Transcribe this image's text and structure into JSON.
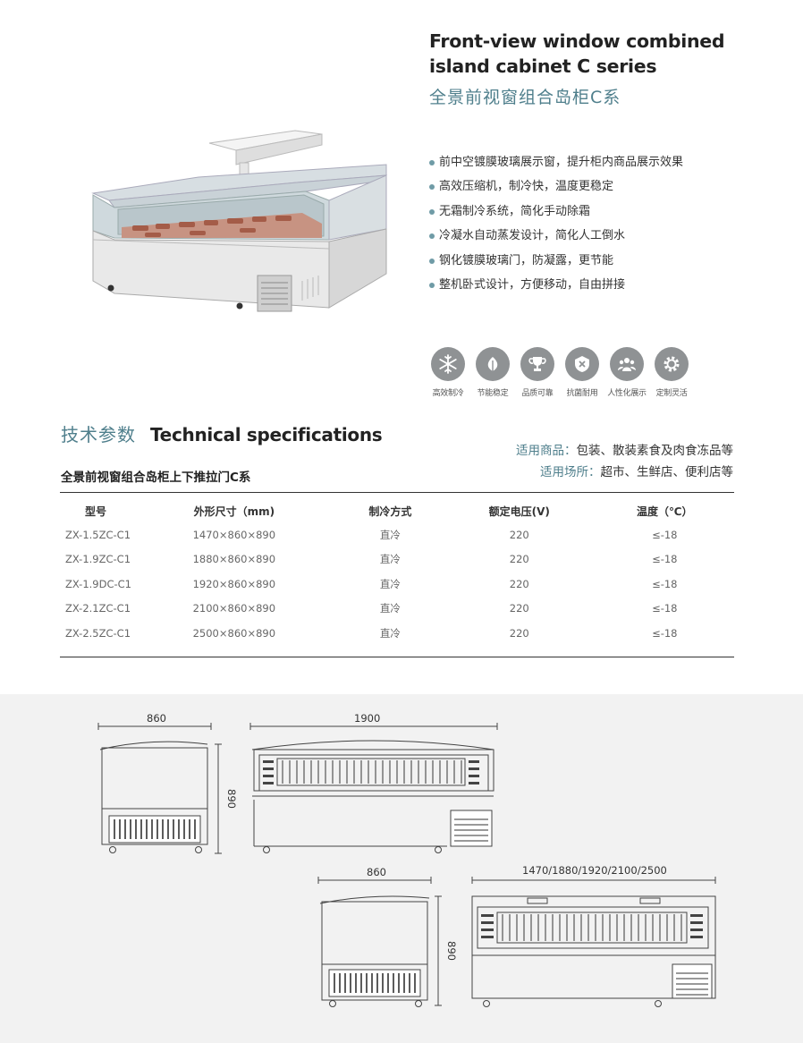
{
  "header": {
    "title_en": "Front-view window combined island cabinet C series",
    "title_cn": "全景前视窗组合岛柜C系"
  },
  "features": [
    "前中空镀膜玻璃展示窗，提升柜内商品展示效果",
    "高效压缩机，制冷快，温度更稳定",
    "无霜制冷系统，简化手动除霜",
    "冷凝水自动蒸发设计，简化人工倒水",
    "钢化镀膜玻璃门，防凝露，更节能",
    "整机卧式设计，方便移动，自由拼接"
  ],
  "badges": [
    {
      "icon": "snowflake-icon",
      "label": "高效制冷"
    },
    {
      "icon": "leaf-icon",
      "label": "节能稳定"
    },
    {
      "icon": "trophy-icon",
      "label": "品质可靠"
    },
    {
      "icon": "shield-cross-icon",
      "label": "抗菌耐用"
    },
    {
      "icon": "people-icon",
      "label": "人性化展示"
    },
    {
      "icon": "gear-icon",
      "label": "定制灵活"
    }
  ],
  "specs": {
    "heading_cn": "技术参数",
    "heading_en": "Technical specifications",
    "usage_goods_key": "适用商品：",
    "usage_goods_value": "包装、散装素食及肉食冻品等",
    "usage_place_key": "适用场所：",
    "usage_place_value": "超市、生鲜店、便利店等",
    "table_title": "全景前视窗组合岛柜上下推拉门C系",
    "columns": [
      "型号",
      "外形尺寸（mm)",
      "制冷方式",
      "额定电压(V)",
      "温度（℃）"
    ],
    "rows": [
      [
        "ZX-1.5ZC-C1",
        "1470×860×890",
        "直冷",
        "220",
        "≤-18"
      ],
      [
        "ZX-1.9ZC-C1",
        "1880×860×890",
        "直冷",
        "220",
        "≤-18"
      ],
      [
        "ZX-1.9DC-C1",
        "1920×860×890",
        "直冷",
        "220",
        "≤-18"
      ],
      [
        "ZX-2.1ZC-C1",
        "2100×860×890",
        "直冷",
        "220",
        "≤-18"
      ],
      [
        "ZX-2.5ZC-C1",
        "2500×860×890",
        "直冷",
        "220",
        "≤-18"
      ]
    ]
  },
  "drawings": {
    "top_side_width": "860",
    "top_front_width": "1900",
    "top_height": "890",
    "bottom_side_width": "860",
    "bottom_front_width": "1470/1880/1920/2100/2500",
    "bottom_height": "890"
  }
}
